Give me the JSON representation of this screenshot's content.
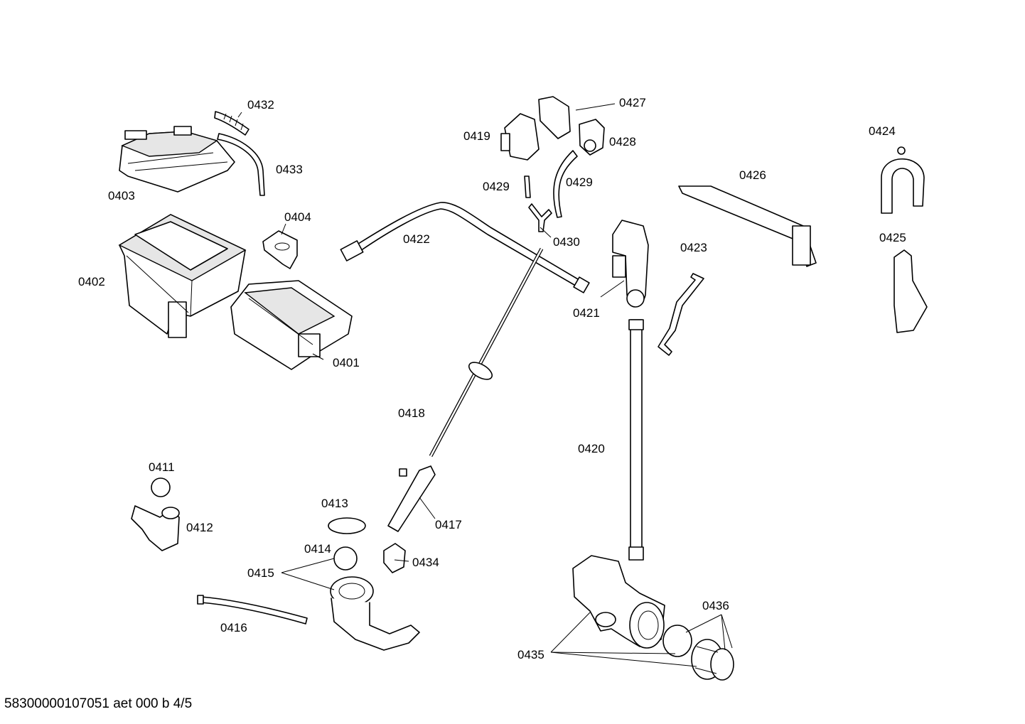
{
  "labels": {
    "p0401": "0401",
    "p0402": "0402",
    "p0403": "0403",
    "p0404": "0404",
    "p0411": "0411",
    "p0412": "0412",
    "p0413": "0413",
    "p0414": "0414",
    "p0415": "0415",
    "p0416": "0416",
    "p0417": "0417",
    "p0418": "0418",
    "p0419": "0419",
    "p0420": "0420",
    "p0421": "0421",
    "p0422": "0422",
    "p0423": "0423",
    "p0424": "0424",
    "p0425": "0425",
    "p0426": "0426",
    "p0427": "0427",
    "p0428": "0428",
    "p0429a": "0429",
    "p0429b": "0429",
    "p0430": "0430",
    "p0432": "0432",
    "p0433": "0433",
    "p0434": "0434",
    "p0435": "0435",
    "p0436": "0436"
  },
  "footer": "58300000107051 aet 000 b 4/5"
}
